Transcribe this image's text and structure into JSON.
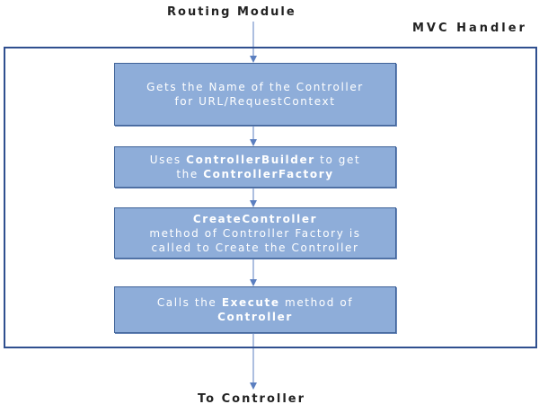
{
  "routing_module": "Routing Module",
  "mvc_handler": "MVC Handler",
  "to_controller": "To Controller",
  "steps": [
    {
      "line1": "Gets the Name of the Controller",
      "line2": "for URL/RequestContext"
    },
    {
      "line1_pre": "Uses ",
      "line1_bold": "ControllerBuilder",
      "line1_post": " to get",
      "line2_pre": "the ",
      "line2_bold": "ControllerFactory"
    },
    {
      "line1_bold": "CreateController",
      "line2": "method of Controller Factory is",
      "line3": "called to Create the Controller"
    },
    {
      "line1_pre": "Calls the ",
      "line1_bold": "Execute",
      "line1_post": " method of",
      "line2_bold": "Controller"
    }
  ],
  "colors": {
    "box_fill": "#8eadd9",
    "box_border": "#3f6298",
    "frame_border": "#2f4f8f",
    "arrow": "#5b7fc0"
  }
}
